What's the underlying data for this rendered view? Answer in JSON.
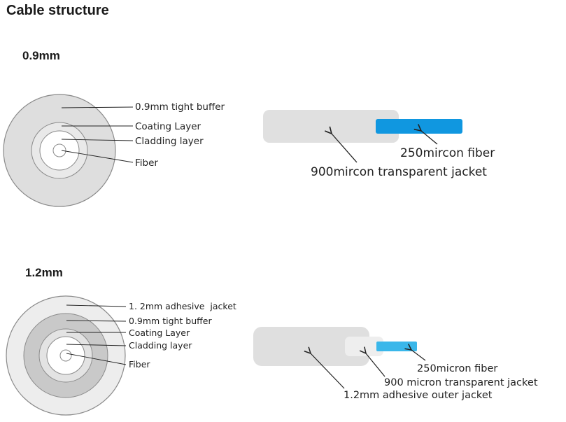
{
  "title": "Cable structure",
  "sections": [
    {
      "heading": "0.9mm",
      "cross_section_labels": [
        "0.9mm tight buffer",
        "Coating Layer",
        "Cladding layer",
        "Fiber"
      ],
      "side_labels": [
        "250mircon fiber",
        "900mircon transparent jacket"
      ]
    },
    {
      "heading": "1.2mm",
      "cross_section_labels": [
        "1. 2mm adhesive  jacket",
        "0.9mm tight buffer",
        "Coating Layer",
        "Cladding layer",
        "Fiber"
      ],
      "side_labels": [
        "250micron fiber",
        "900 micron transparent jacket",
        "1.2mm adhesive outer jacket"
      ]
    }
  ],
  "colors": {
    "buffer": "#dedede",
    "buffer_stroke": "#9a9a9a",
    "layer_mid": "#c8c8c8",
    "layer_light": "#e8e8e8",
    "core": "#ffffff",
    "jacket_side": "#e0e0e0",
    "fiber_blue_09": "#1097e0",
    "fiber_blue_12": "#3ab7ea"
  }
}
